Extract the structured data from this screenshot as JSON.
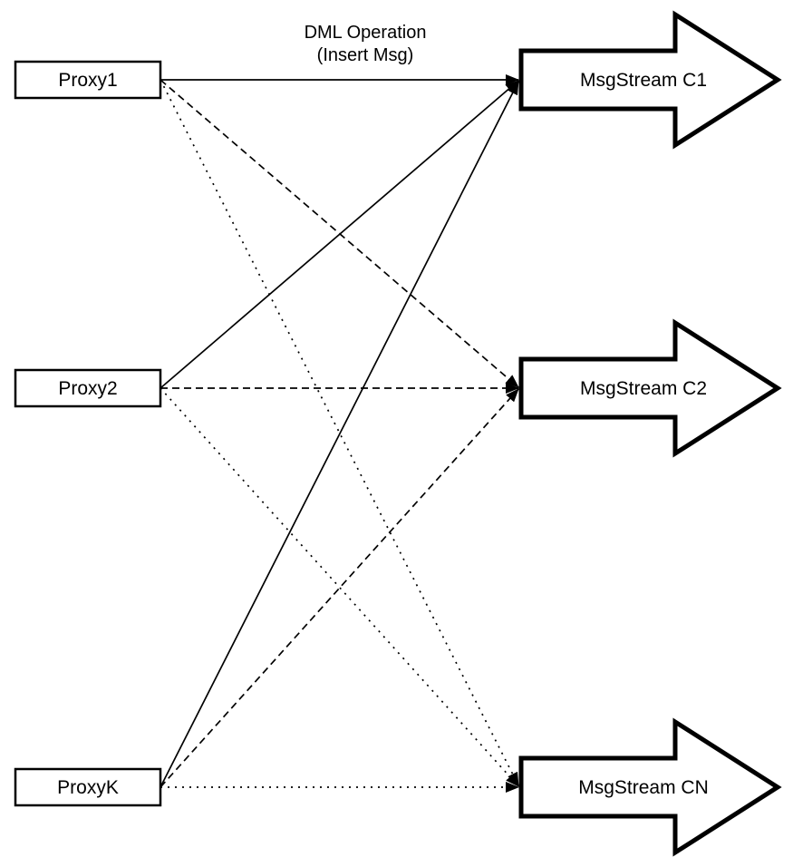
{
  "diagram": {
    "background_color": "#ffffff",
    "stroke_color": "#000000",
    "annotation": {
      "line1": "DML Operation",
      "line2": "(Insert Msg)"
    },
    "proxies": [
      {
        "label": "Proxy1"
      },
      {
        "label": "Proxy2"
      },
      {
        "label": "ProxyK"
      }
    ],
    "streams": [
      {
        "label": "MsgStream C1"
      },
      {
        "label": "MsgStream C2"
      },
      {
        "label": "MsgStream CN"
      }
    ],
    "edges": [
      {
        "from": "Proxy1",
        "to": "MsgStream C1",
        "style": "solid"
      },
      {
        "from": "Proxy2",
        "to": "MsgStream C1",
        "style": "solid"
      },
      {
        "from": "ProxyK",
        "to": "MsgStream C1",
        "style": "solid"
      },
      {
        "from": "Proxy1",
        "to": "MsgStream C2",
        "style": "dashed"
      },
      {
        "from": "Proxy2",
        "to": "MsgStream C2",
        "style": "dashed"
      },
      {
        "from": "ProxyK",
        "to": "MsgStream C2",
        "style": "dashed"
      },
      {
        "from": "Proxy1",
        "to": "MsgStream CN",
        "style": "dotted"
      },
      {
        "from": "Proxy2",
        "to": "MsgStream CN",
        "style": "dotted"
      },
      {
        "from": "ProxyK",
        "to": "MsgStream CN",
        "style": "dotted"
      }
    ]
  }
}
